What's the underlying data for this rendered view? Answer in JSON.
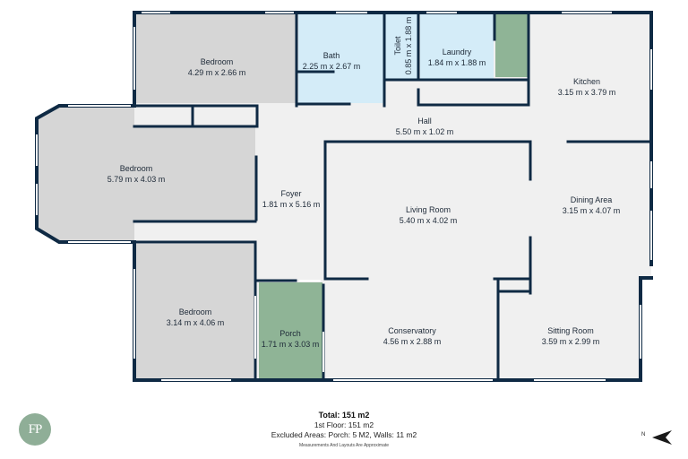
{
  "rooms": [
    {
      "id": "bedroom-1",
      "name": "Bedroom",
      "dims": "4.29 m x 2.66 m"
    },
    {
      "id": "bath",
      "name": "Bath",
      "dims": "2.25 m x 2.67 m"
    },
    {
      "id": "toilet",
      "name": "Toilet",
      "dims": "0.85 m x 1.88 m"
    },
    {
      "id": "laundry",
      "name": "Laundry",
      "dims": "1.84 m x 1.88 m"
    },
    {
      "id": "kitchen",
      "name": "Kitchen",
      "dims": "3.15 m x 3.79 m"
    },
    {
      "id": "hall",
      "name": "Hall",
      "dims": "5.50 m x 1.02 m"
    },
    {
      "id": "bedroom-2",
      "name": "Bedroom",
      "dims": "5.79 m x 4.03 m"
    },
    {
      "id": "foyer",
      "name": "Foyer",
      "dims": "1.81 m x 5.16 m"
    },
    {
      "id": "living-room",
      "name": "Living Room",
      "dims": "5.40 m x 4.02 m"
    },
    {
      "id": "dining-area",
      "name": "Dining Area",
      "dims": "3.15 m x 4.07 m"
    },
    {
      "id": "bedroom-3",
      "name": "Bedroom",
      "dims": "3.14 m x 4.06 m"
    },
    {
      "id": "porch",
      "name": "Porch",
      "dims": "1.71 m x 3.03 m"
    },
    {
      "id": "conservatory",
      "name": "Conservatory",
      "dims": "4.56 m x 2.88 m"
    },
    {
      "id": "sitting-room",
      "name": "Sitting Room",
      "dims": "3.59 m x 2.99 m"
    }
  ],
  "summary": {
    "total": "Total: 151 m2",
    "floor": "1st Floor: 151 m2",
    "excluded": "Excluded Areas: Porch: 5 M2, Walls: 11 m2",
    "note": "Measurements And Layouts Are Approximate"
  },
  "logo": {
    "text": "FP"
  },
  "compass": {
    "label": "N",
    "icon": "north-arrow-icon"
  },
  "colors": {
    "wall": "#0f2a44",
    "bedroom_fill": "#d6d6d6",
    "wet_fill": "#d4ecf8",
    "green_fill": "#8fb496",
    "floor_fill": "#f0f0f0",
    "logo": "#8fae97"
  }
}
